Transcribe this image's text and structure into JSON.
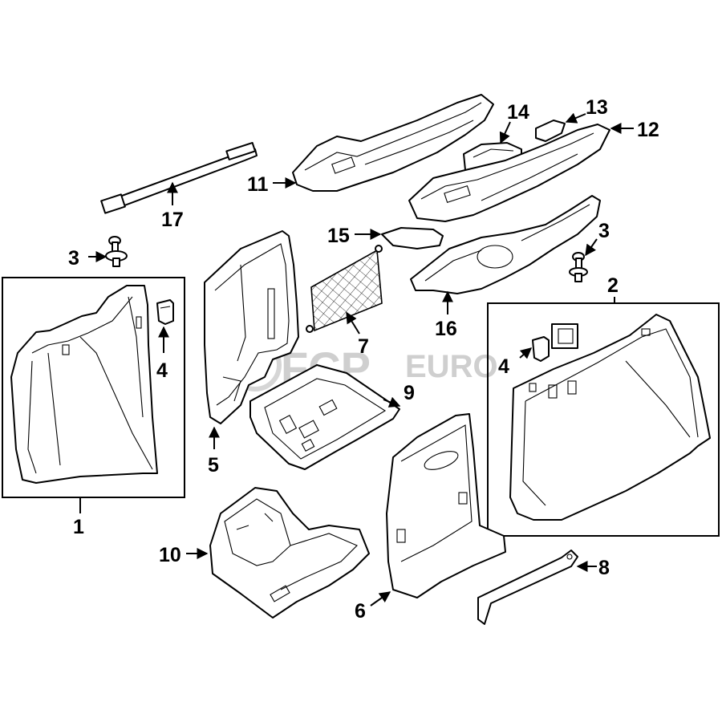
{
  "callouts": {
    "c1": "1",
    "c2": "2",
    "c3a": "3",
    "c3b": "3",
    "c4a": "4",
    "c4b": "4",
    "c5": "5",
    "c6": "6",
    "c7": "7",
    "c8": "8",
    "c9": "9",
    "c10": "10",
    "c11": "11",
    "c12": "12",
    "c13": "13",
    "c14": "14",
    "c15": "15",
    "c16": "16",
    "c17": "17"
  },
  "watermark": {
    "brand_a": "FCP",
    "brand_b": "EURO"
  },
  "colors": {
    "line": "#000000",
    "background": "#ffffff",
    "watermark": "#cfcfcf"
  }
}
